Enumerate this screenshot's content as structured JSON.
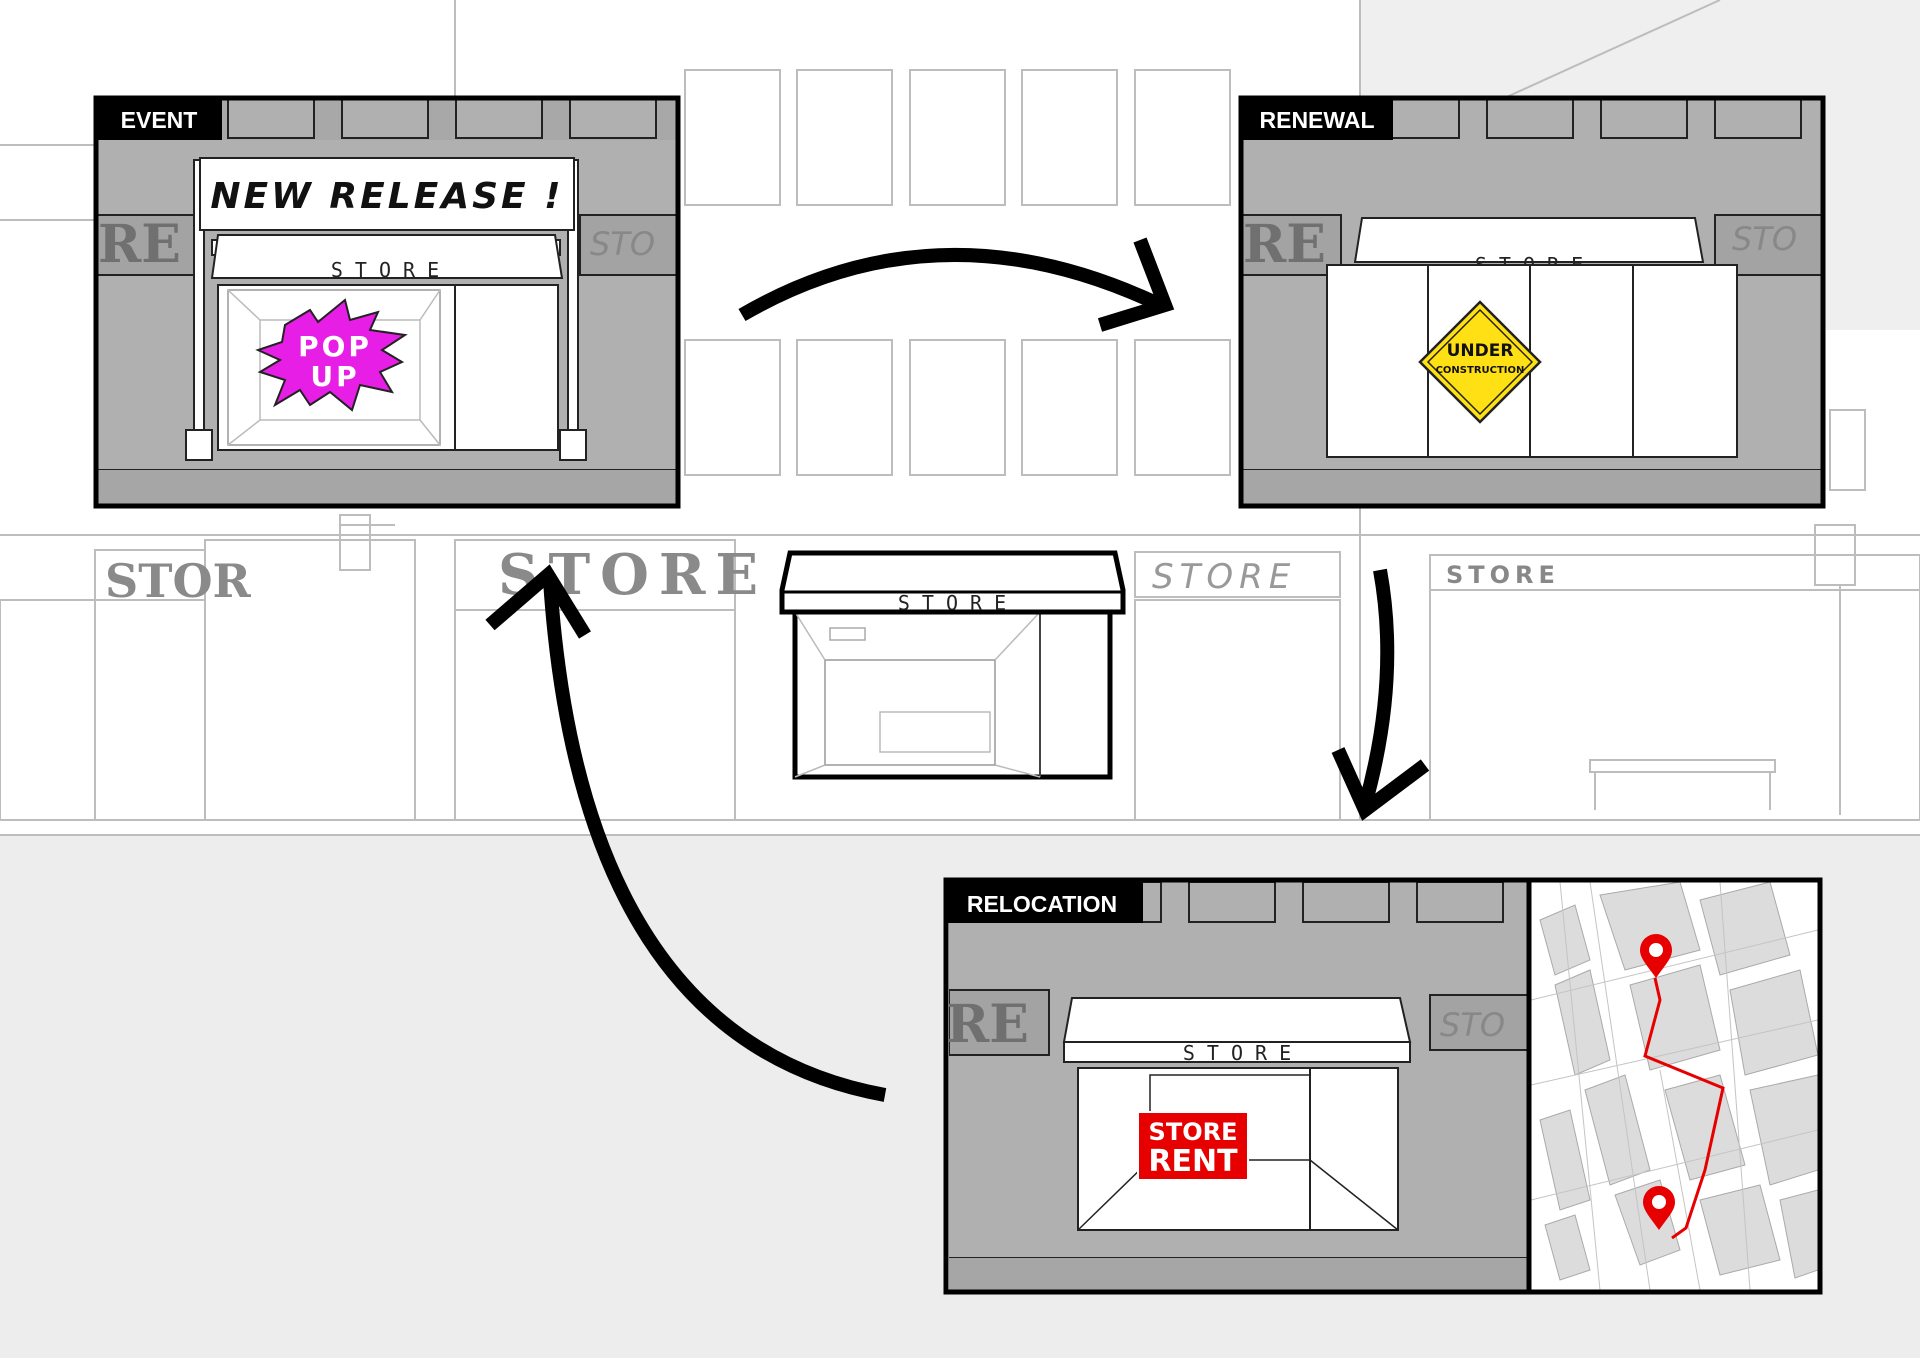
{
  "panels": {
    "event": {
      "tag": "EVENT",
      "banner": "NEW RELEASE !",
      "awning": "S T O R E",
      "popup_line1": "POP",
      "popup_line2": "UP",
      "neighbor_left": "RE",
      "neighbor_right": "STO"
    },
    "renewal": {
      "tag": "RENEWAL",
      "awning": "S T O R E",
      "sign_line1": "UNDER",
      "sign_line2": "CONSTRUCTION",
      "neighbor_left": "RE",
      "neighbor_right": "STO"
    },
    "relocation": {
      "tag": "RELOCATION",
      "awning": "S T O R E",
      "sign_line1": "STORE",
      "sign_line2": "RENT",
      "neighbor_left": "RE",
      "neighbor_right": "STO"
    }
  },
  "center": {
    "awning": "S T O R E"
  },
  "street_signs": {
    "left": "STOR",
    "middle": "STORE",
    "right_light": "STORE",
    "far_right": "STORE"
  },
  "colors": {
    "popup": "#e61ee6",
    "construction": "#ffe014",
    "rent": "#e60000",
    "pin": "#e60000",
    "panel_gray": "#b0b0b0",
    "ground": "#ededed"
  }
}
